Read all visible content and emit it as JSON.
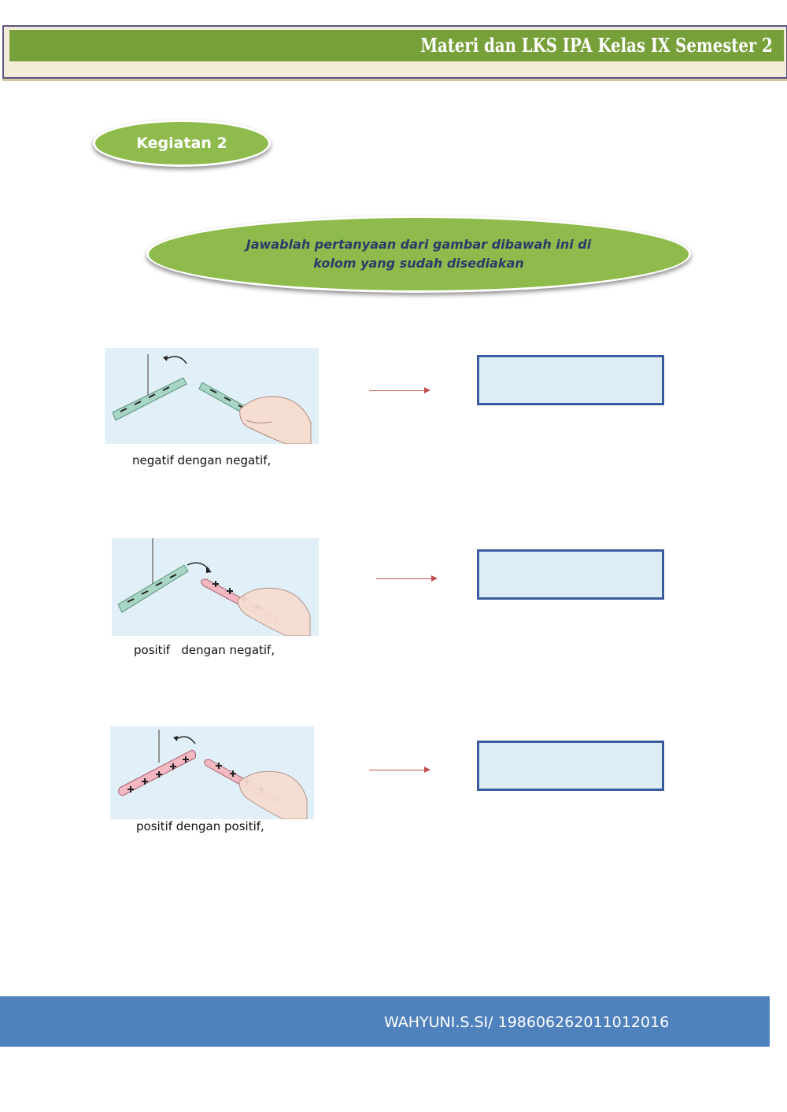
{
  "header": {
    "title": "Materi dan LKS IPA Kelas IX Semester 2"
  },
  "activity": {
    "label": "Kegiatan  2"
  },
  "instruction": {
    "text": "Jawablah pertanyaan dari gambar dibawah ini di kolom yang sudah disediakan"
  },
  "items": [
    {
      "caption": "negatif dengan negatif,",
      "hanging_rod": "negative",
      "hand_rod": "negative"
    },
    {
      "caption": "positif   dengan negatif,",
      "hanging_rod": "negative",
      "hand_rod": "positive"
    },
    {
      "caption": "positif dengan positif,",
      "hanging_rod": "positive",
      "hand_rod": "positive"
    }
  ],
  "colors": {
    "header_green": "#77a03a",
    "oval_green": "#8ebb4c",
    "answer_border": "#3b5ba0",
    "footer_blue": "#4f81bd",
    "arrow_red": "#c0504d"
  },
  "footer": {
    "text": "WAHYUNI.S.SI/ 198606262011012016"
  }
}
